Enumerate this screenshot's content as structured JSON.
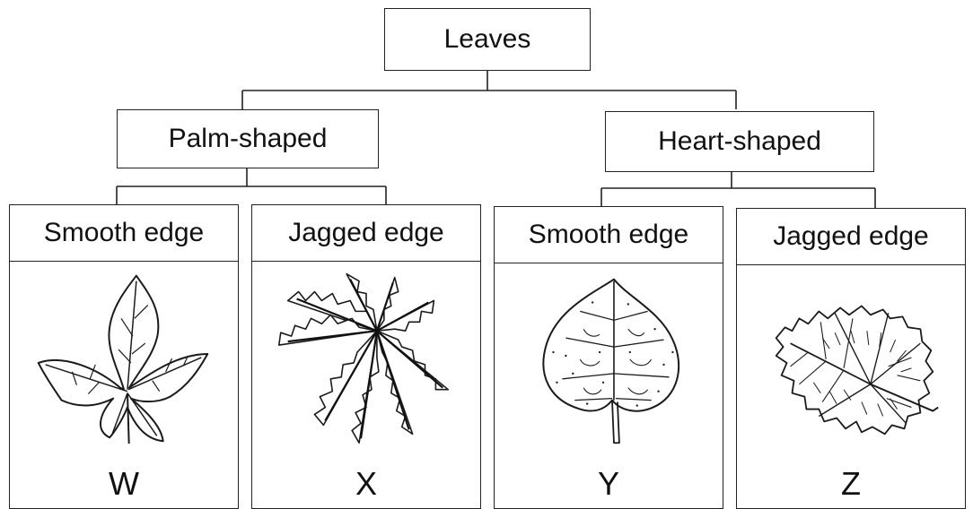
{
  "root": {
    "label": "Leaves"
  },
  "groups": [
    {
      "label": "Palm-shaped",
      "panels": [
        {
          "heading": "Smooth edge",
          "letter": "W",
          "icon": "palm-smooth-leaf-icon"
        },
        {
          "heading": "Jagged edge",
          "letter": "X",
          "icon": "palm-jagged-leaf-icon"
        }
      ]
    },
    {
      "label": "Heart-shaped",
      "panels": [
        {
          "heading": "Smooth edge",
          "letter": "Y",
          "icon": "heart-smooth-leaf-icon"
        },
        {
          "heading": "Jagged edge",
          "letter": "Z",
          "icon": "heart-jagged-leaf-icon"
        }
      ]
    }
  ]
}
